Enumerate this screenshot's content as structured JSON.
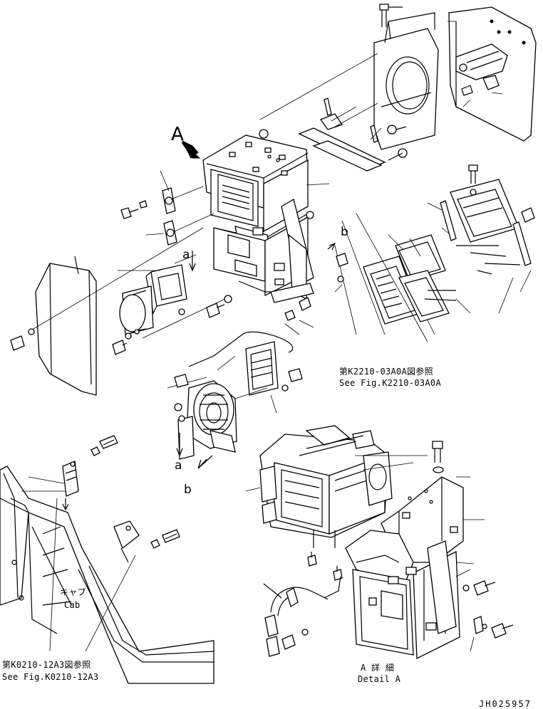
{
  "view_labels": {
    "view_arrow": "A",
    "arrow_a_top": "a",
    "arrow_a_bottom": "a",
    "arrow_b_top": "b",
    "arrow_b_bottom": "b"
  },
  "references": {
    "fig_k2210_jp": "第K2210-03A0A図参照",
    "fig_k2210_en": "See Fig.K2210-03A0A",
    "cab_jp": "キャブ",
    "cab_en": "Cab",
    "fig_k0210_jp": "第K0210-12A3図参照",
    "fig_k0210_en": "See Fig.K0210-12A3",
    "detail_jp": "A 詳 細",
    "detail_en": "Detail A"
  },
  "drawing_number": "JH025957"
}
